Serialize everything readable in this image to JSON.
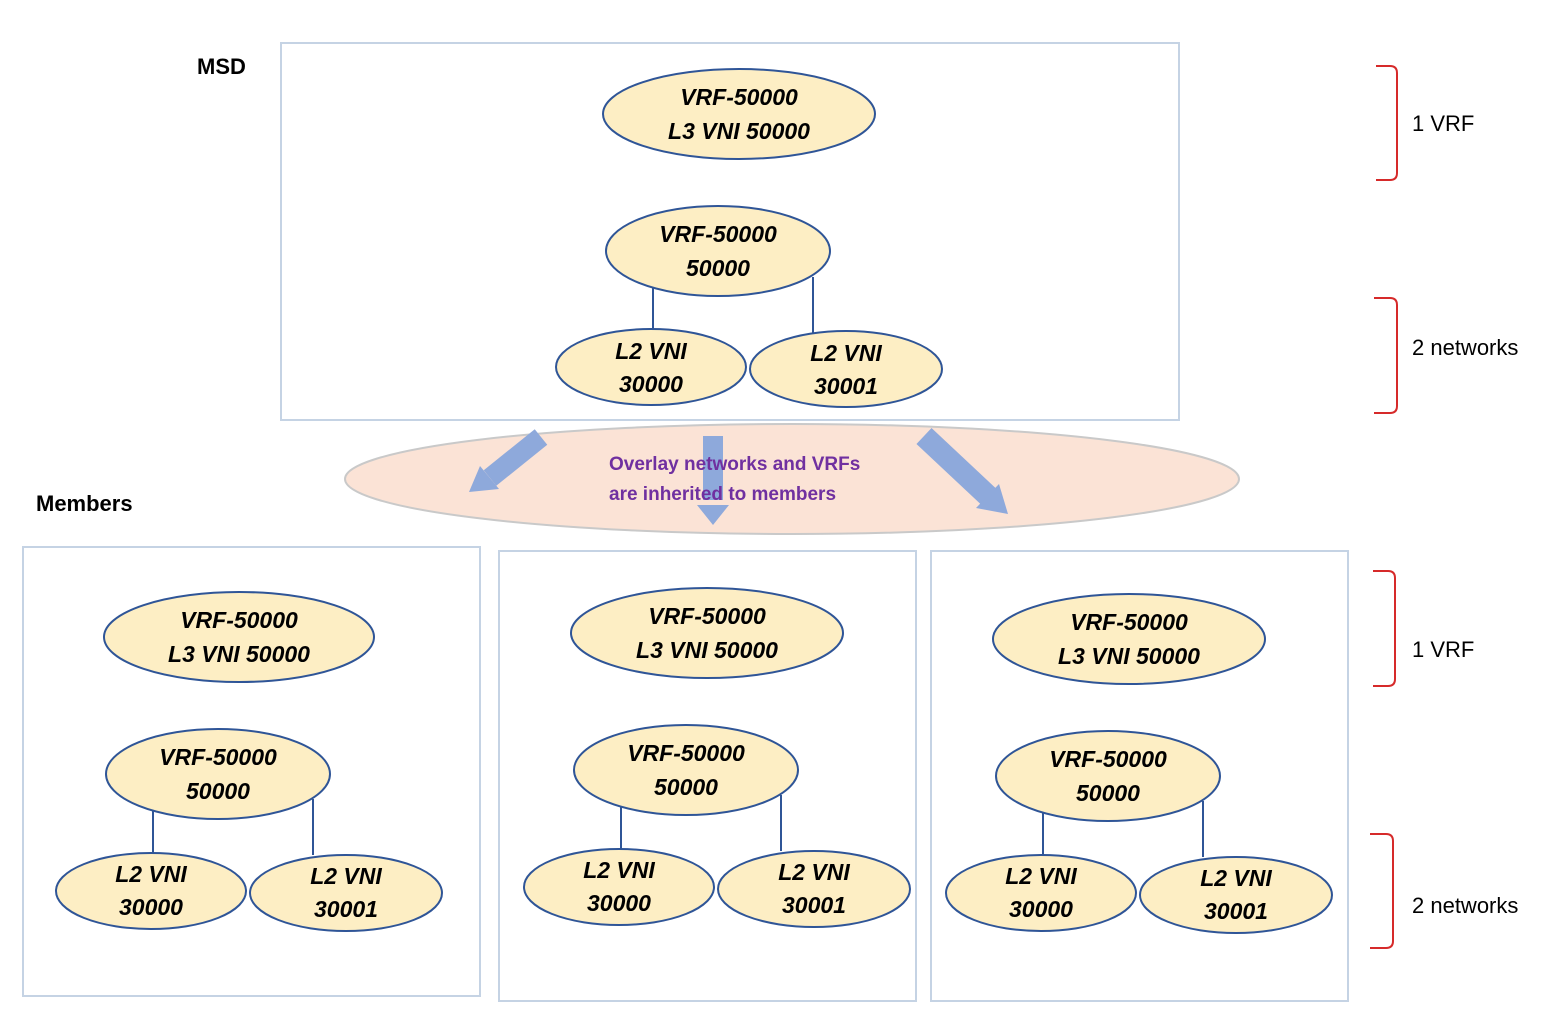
{
  "labels": {
    "msd": "MSD",
    "members": "Members"
  },
  "center_message": {
    "line1": "Overlay networks and VRFs",
    "line2": "are inherited to members"
  },
  "braces": {
    "top_vrf": "1 VRF",
    "top_networks": "2 networks",
    "bottom_vrf": "1 VRF",
    "bottom_networks": "2 networks"
  },
  "node_text": {
    "vrf_name": "VRF-50000",
    "l3vni": "L3 VNI 50000",
    "vrf_id": "50000",
    "l2vni": "L2 VNI",
    "net1": "30000",
    "net2": "30001"
  },
  "colors": {
    "node_fill": "#fdeec4",
    "node_stroke": "#2f5597",
    "box_stroke": "#c5d3e4",
    "brace": "#d62a2a",
    "arrow": "#8ea9db",
    "center_fill": "#fbe3d6",
    "center_text": "#7030a0"
  }
}
